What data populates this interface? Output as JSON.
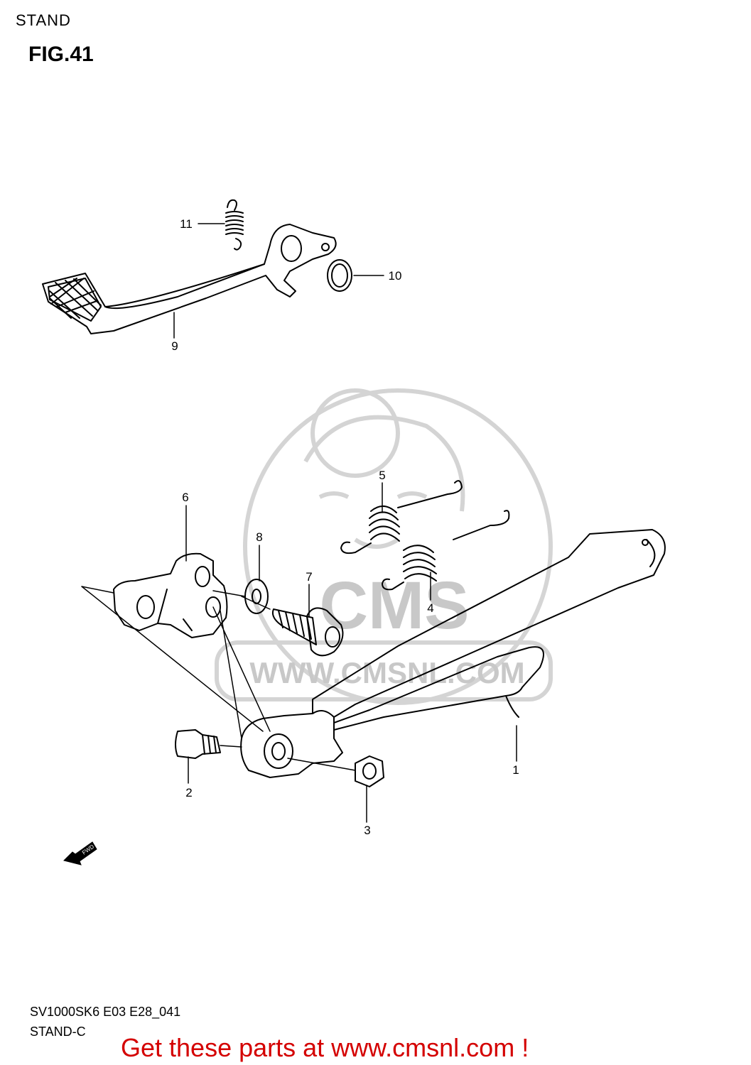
{
  "header": {
    "section": "STAND",
    "figure": "FIG.41"
  },
  "callouts": [
    {
      "id": "1",
      "label": "1"
    },
    {
      "id": "2",
      "label": "2"
    },
    {
      "id": "3",
      "label": "3"
    },
    {
      "id": "4",
      "label": "4"
    },
    {
      "id": "5",
      "label": "5"
    },
    {
      "id": "6",
      "label": "6"
    },
    {
      "id": "7",
      "label": "7"
    },
    {
      "id": "8",
      "label": "8"
    },
    {
      "id": "9",
      "label": "9"
    },
    {
      "id": "10",
      "label": "10"
    },
    {
      "id": "11",
      "label": "11"
    }
  ],
  "watermark": {
    "brand": "CMS",
    "url": "WWW.CMSNL.COM"
  },
  "direction_marker": {
    "label": "FWD",
    "icon": "forward-arrow-icon"
  },
  "footer": {
    "model_code": "SV1000SK6 E03 E28_041",
    "section_code": "STAND-C",
    "cta": "Get these parts at www.cmsnl.com !"
  },
  "colors": {
    "cta": "#d40000",
    "watermark": "#c8c8c8",
    "line": "#000000"
  }
}
